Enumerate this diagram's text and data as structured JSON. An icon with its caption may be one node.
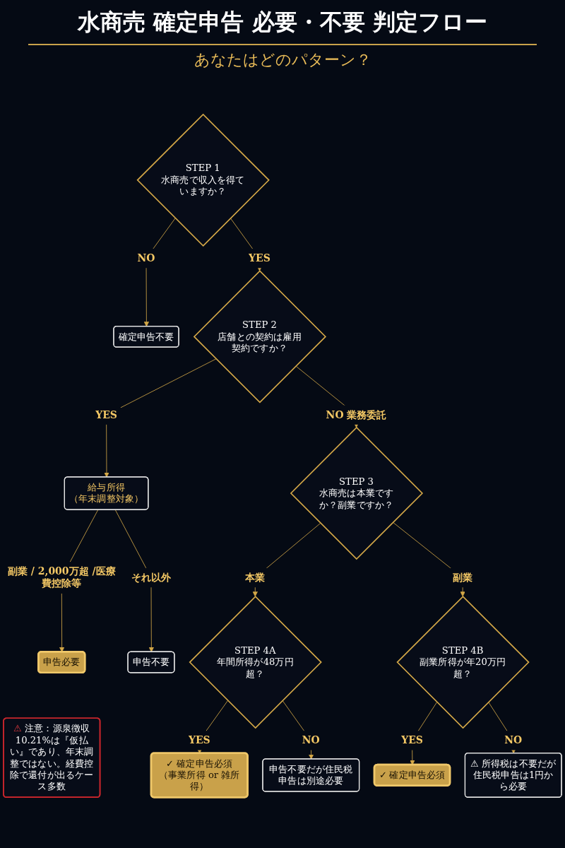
{
  "diagram": {
    "title": "水商売 確定申告 必要・不要 判定フロー",
    "nodes": [
      {
        "text": [
          "STEP 1",
          "水商売で収入を得ていますか？"
        ]
      },
      {
        "text": [
          "確定申告不要"
        ]
      },
      {
        "text": [
          "STEP 2",
          "店舗との契約は雇用契約ですか？"
        ]
      },
      {
        "text": [
          "給与所得",
          "（年末調整対象）"
        ]
      },
      {
        "text": [
          "申告必要"
        ]
      },
      {
        "text": [
          "申告不要"
        ]
      },
      {
        "text": [
          "STEP 3",
          "水商売は本業ですか？副業ですか？"
        ]
      },
      {
        "text": [
          "STEP 4A",
          "年間所得が48万円超？"
        ]
      },
      {
        "text": [
          "STEP 4B",
          "副業所得が年20万円超？"
        ]
      },
      {
        "text": [
          "✓ 確定申告必須",
          "（事業所得 or 雑所得）"
        ]
      },
      {
        "text": [
          "申告不要だが住民税申告は別途必要"
        ]
      },
      {
        "text": [
          "✓ 確定申告必須"
        ]
      },
      {
        "text": [
          "⚠ 所得税は不要だが住民税申告は1円から必要"
        ]
      },
      {
        "text": [
          "⚠ 注意：源泉徴収10.21%は『仮払い』であり、年末調整ではない。経費控除で還付が出るケース多数"
        ]
      }
    ],
    "edges": [
      {
        "from": 0,
        "to": 1,
        "arrow": "to",
        "label": "NO"
      },
      {
        "from": 0,
        "to": 2,
        "arrow": "to",
        "label": "YES"
      },
      {
        "from": 2,
        "to": 3,
        "arrow": "to",
        "label": "YES"
      },
      {
        "from": 3,
        "to": 4,
        "arrow": "to",
        "label": "副業 / 2,000万超 /医療費控除等"
      },
      {
        "from": 3,
        "to": 5,
        "arrow": "to",
        "label": "それ以外"
      },
      {
        "from": 2,
        "to": 6,
        "arrow": "to",
        "label": "NO 業務委託"
      },
      {
        "from": 6,
        "to": 7,
        "arrow": "to",
        "label": "本業"
      },
      {
        "from": 6,
        "to": 8,
        "arrow": "to",
        "label": "副業"
      },
      {
        "from": 7,
        "to": 9,
        "arrow": "to",
        "label": "YES"
      },
      {
        "from": 7,
        "to": 10,
        "arrow": "to",
        "label": "NO"
      },
      {
        "from": 8,
        "to": 11,
        "arrow": "to",
        "label": "YES"
      },
      {
        "from": 8,
        "to": 12,
        "arrow": "to",
        "label": "NO"
      }
    ],
    "labels": [
      "あなたはどのパターン？"
    ]
  }
}
